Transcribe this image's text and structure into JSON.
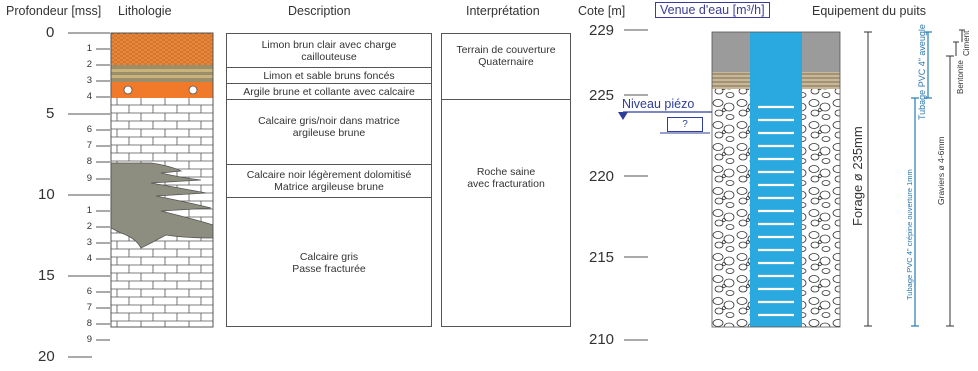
{
  "headers": {
    "profondeur": "Profondeur [mss]",
    "lithologie": "Lithologie",
    "description": "Description",
    "interpretation": "Interprétation",
    "cote": "Cote [m]",
    "venue": "Venue d'eau [m³/h]",
    "equipement": "Equipement du puits"
  },
  "depth_scale": {
    "major": [
      "0",
      "5",
      "10",
      "15",
      "20"
    ],
    "minor": [
      "1",
      "2",
      "3",
      "4",
      "6",
      "7",
      "8",
      "9",
      "1",
      "2",
      "3",
      "4",
      "6",
      "7",
      "8",
      "9"
    ]
  },
  "descriptions": [
    "Limon brun clair avec charge\ncaillouteuse",
    "Limon et sable bruns foncés",
    "Argile brune et collante avec calcaire",
    "Calcaire gris/noir dans matrice\nargileuse brune",
    "Calcaire noir légèrement dolomitisé\nMatrice argileuse brune",
    "Calcaire gris\nPasse fracturée"
  ],
  "interpretations": [
    "Terrain de couverture\nQuaternaire",
    "Roche saine\navec fracturation"
  ],
  "cote_scale": [
    "229",
    "225",
    "220",
    "215",
    "210"
  ],
  "piezo": {
    "label": "Niveau piézo",
    "venue_value": "?"
  },
  "well_labels": {
    "forage": "Forage ø 235mm",
    "ciment": "Ciment",
    "bentonite": "Bentonite",
    "tubage_aveugle": "Tubage PVC 4\" aveugle",
    "graviers": "Graviers ø 4-6mm",
    "crepine": "Tubage PVC 4\" crépine ouverture 1mm"
  },
  "colors": {
    "limon_orange": "#e8873a",
    "argile_orange": "#f07a2a",
    "limon_sable": "#9a8f6a",
    "calcaire_noir": "#8e8e80",
    "tube_blue": "#2aa8e0",
    "ciment_grey": "#9b9b9b",
    "piezo_blue": "#2e3d9a"
  }
}
